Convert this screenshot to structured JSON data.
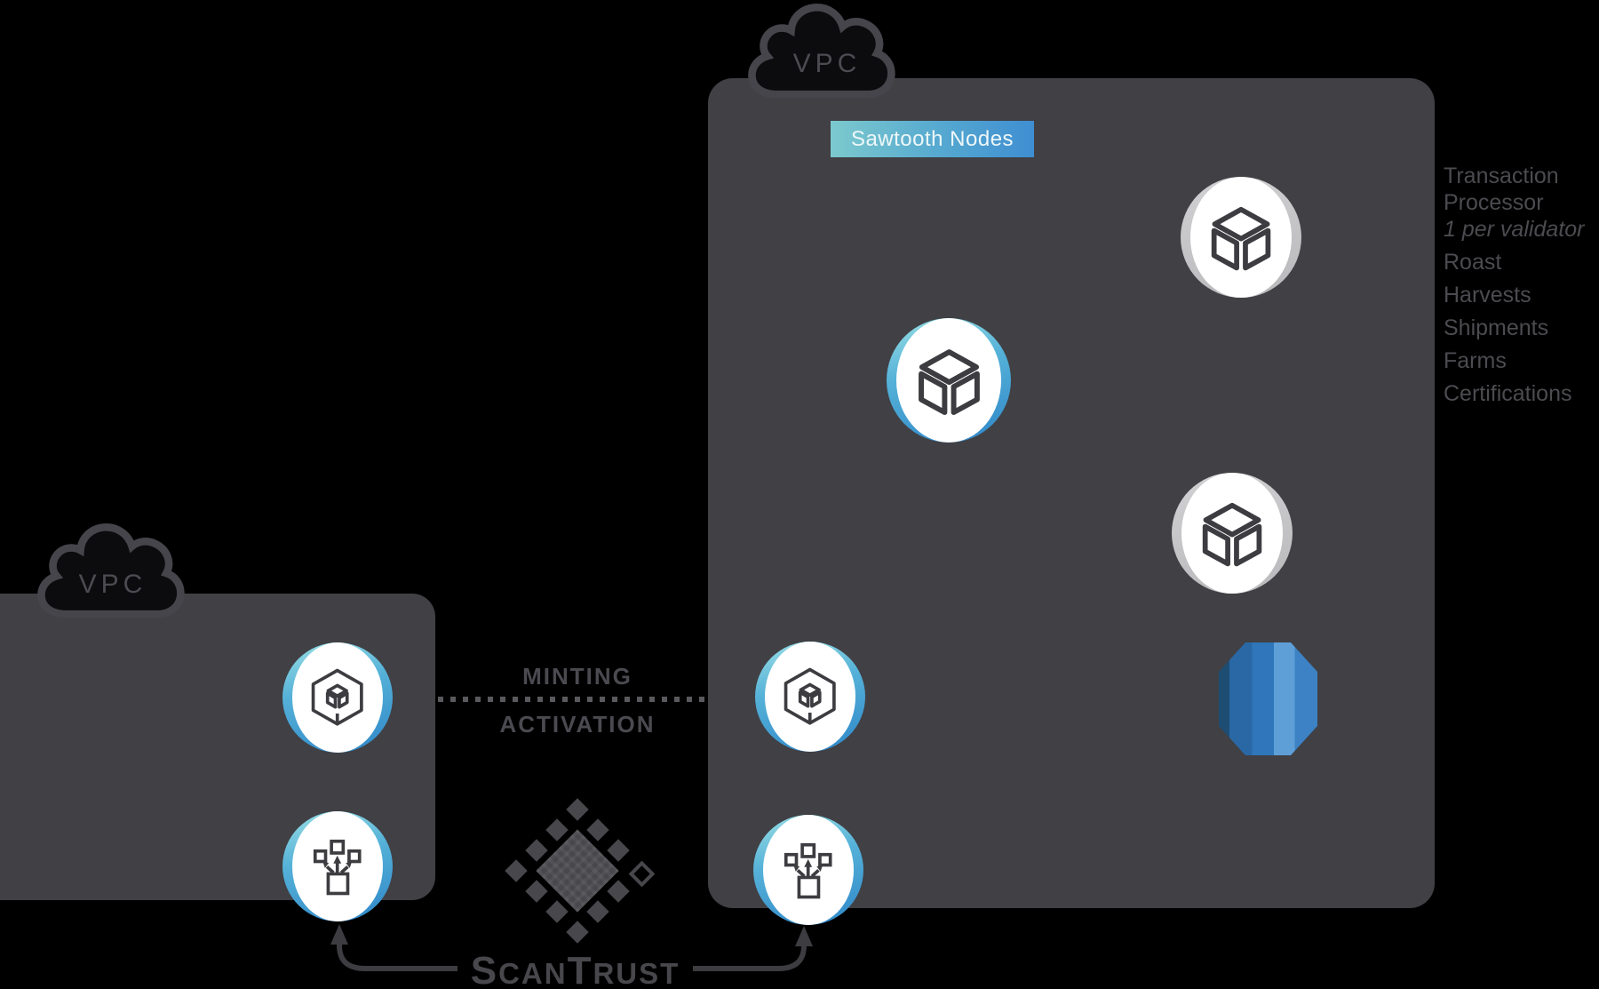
{
  "clouds": {
    "left_label": "VPC",
    "right_label": "VPC"
  },
  "sawtooth_label": "Sawtooth Nodes",
  "annotations": {
    "minting": "MINTING",
    "activation": "ACTIVATION"
  },
  "transaction_processor": {
    "line1": "Transaction",
    "line2": "Processor",
    "note": "1 per validator",
    "items": [
      "Roast",
      "Harvests",
      "Shipments",
      "Farms",
      "Certifications"
    ]
  },
  "brand": {
    "name": "ScanTrust",
    "seg1": "S",
    "seg2": "CAN",
    "seg3": "T",
    "seg4": "RUST"
  },
  "icons": [
    "cloud-icon",
    "validator-cube-icon",
    "cube-in-cube-icon",
    "fanout-icon",
    "database-icon",
    "scantrust-diamond-logo"
  ],
  "colors": {
    "background": "#000000",
    "vpc_box": "#404045",
    "icon_stroke": "#3d3d41",
    "ring_blue_top": "#9be0e4",
    "ring_blue_bottom": "#2e86c8",
    "ring_gray": "#c6c6c8",
    "label_gradient_left": "#7cc9ce",
    "label_gradient_right": "#3f8ed2",
    "text_gray": "#4b4b50",
    "db_stripes": [
      "#1d4d72",
      "#2a68a5",
      "#2f76ba",
      "#5f9fd8",
      "#3c82c4"
    ]
  }
}
